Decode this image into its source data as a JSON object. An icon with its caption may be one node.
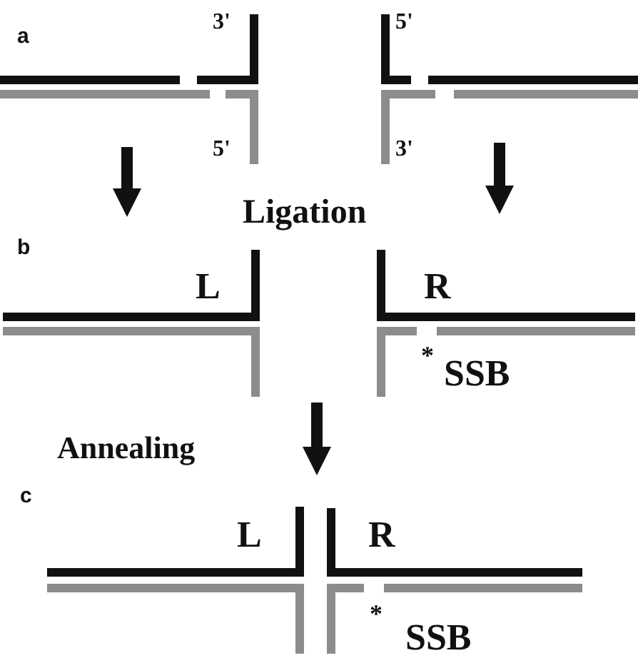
{
  "diagram": {
    "labels": [
      "3'",
      "5'",
      "a",
      "5'",
      "3'",
      "Ligation",
      "b",
      "L",
      "R",
      "*",
      "SSB",
      "Annealing",
      "c",
      "L",
      "R",
      "*",
      "SSB"
    ]
  }
}
